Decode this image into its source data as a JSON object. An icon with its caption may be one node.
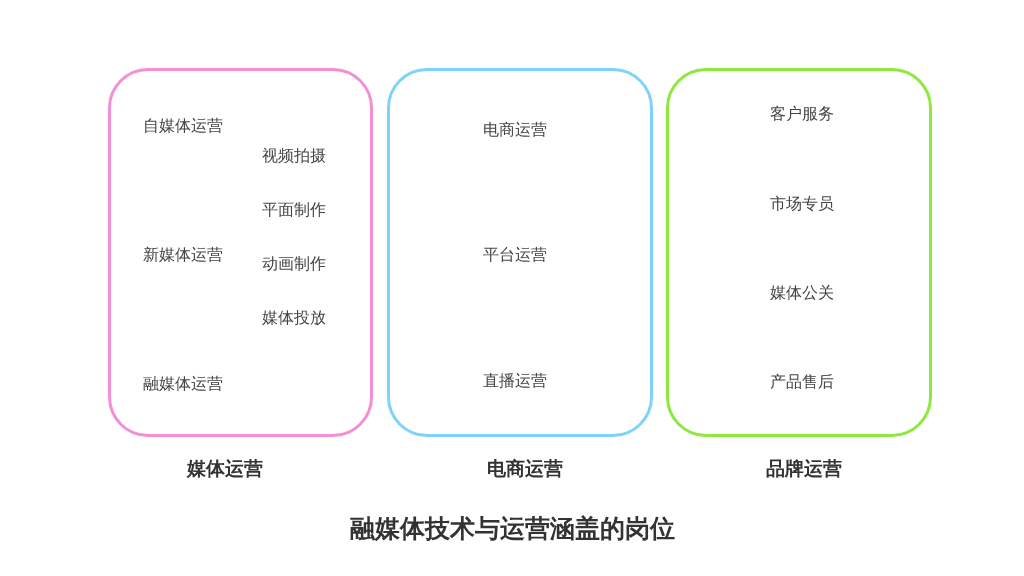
{
  "diagram": {
    "title": "融媒体技术与运营涵盖的岗位",
    "nodes": [
      {
        "text": [
          "自媒体运营",
          "视频拍摄",
          "平面制作",
          "新媒体运营",
          "动画制作",
          "媒体投放",
          "融媒体运营",
          "媒体运营"
        ]
      },
      {
        "text": [
          "电商运营",
          "平台运营",
          "直播运营",
          "电商运营"
        ]
      },
      {
        "text": [
          "客户服务",
          "市场专员",
          "媒体公关",
          "产品售后",
          "品牌运营"
        ]
      }
    ]
  }
}
